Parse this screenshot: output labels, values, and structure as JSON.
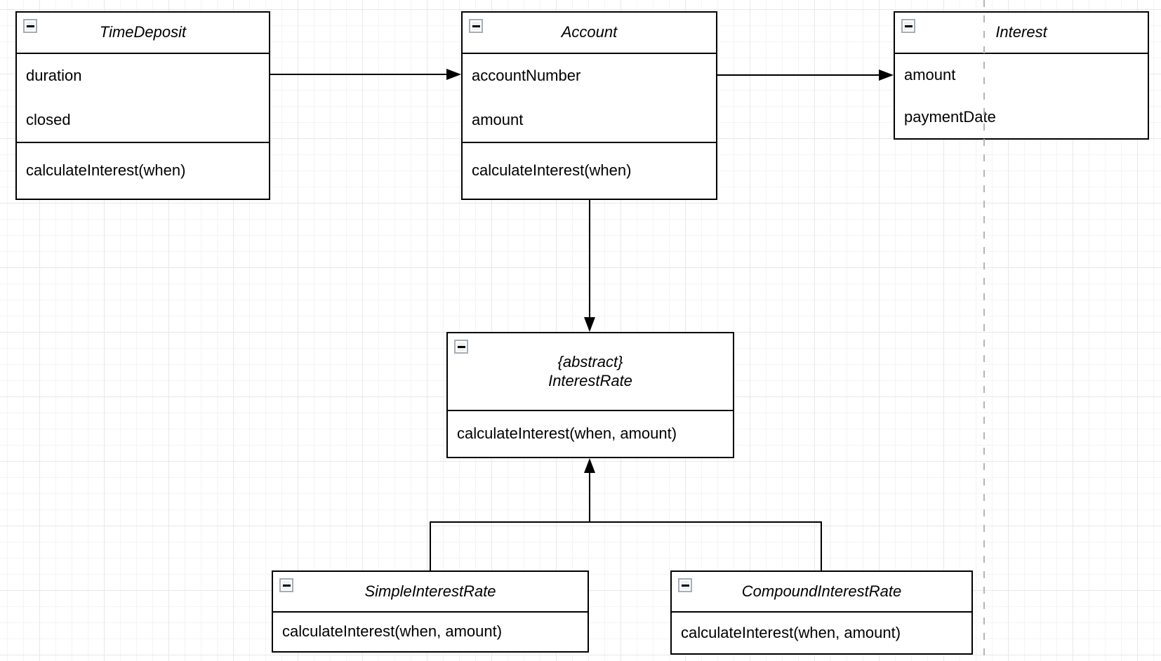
{
  "diagram": {
    "type": "uml-class-diagram",
    "classes": {
      "time_deposit": {
        "title": "TimeDeposit",
        "attributes": [
          "duration",
          "closed"
        ],
        "methods": [
          "calculateInterest(when)"
        ]
      },
      "account": {
        "title": "Account",
        "attributes": [
          "accountNumber",
          "amount"
        ],
        "methods": [
          "calculateInterest(when)"
        ]
      },
      "interest": {
        "title": "Interest",
        "attributes": [
          "amount",
          "paymentDate"
        ],
        "methods": []
      },
      "interest_rate": {
        "stereotype": "{abstract}",
        "title": "InterestRate",
        "attributes": [],
        "methods": [
          "calculateInterest(when, amount)"
        ]
      },
      "simple_interest_rate": {
        "title": "SimpleInterestRate",
        "attributes": [],
        "methods": [
          "calculateInterest(when, amount)"
        ]
      },
      "compound_interest_rate": {
        "title": "CompoundInterestRate",
        "attributes": [],
        "methods": [
          "calculateInterest(when, amount)"
        ]
      }
    },
    "connections": [
      {
        "from": "TimeDeposit",
        "to": "Account",
        "type": "directed-arrow"
      },
      {
        "from": "Account",
        "to": "Interest",
        "type": "directed-arrow"
      },
      {
        "from": "Account",
        "to": "InterestRate",
        "type": "directed-arrow"
      },
      {
        "from": "SimpleInterestRate",
        "to": "InterestRate",
        "type": "generalization"
      },
      {
        "from": "CompoundInterestRate",
        "to": "InterestRate",
        "type": "generalization"
      }
    ],
    "icons": {
      "collapse": "minus-square"
    },
    "colors": {
      "stroke": "#000000",
      "shape_fill": "#ffffff",
      "grid_minor": "#f4f4f4",
      "grid_major": "#e8e8e8",
      "collapse_border": "#a6adb6",
      "page_break": "#b5b5b5"
    }
  }
}
